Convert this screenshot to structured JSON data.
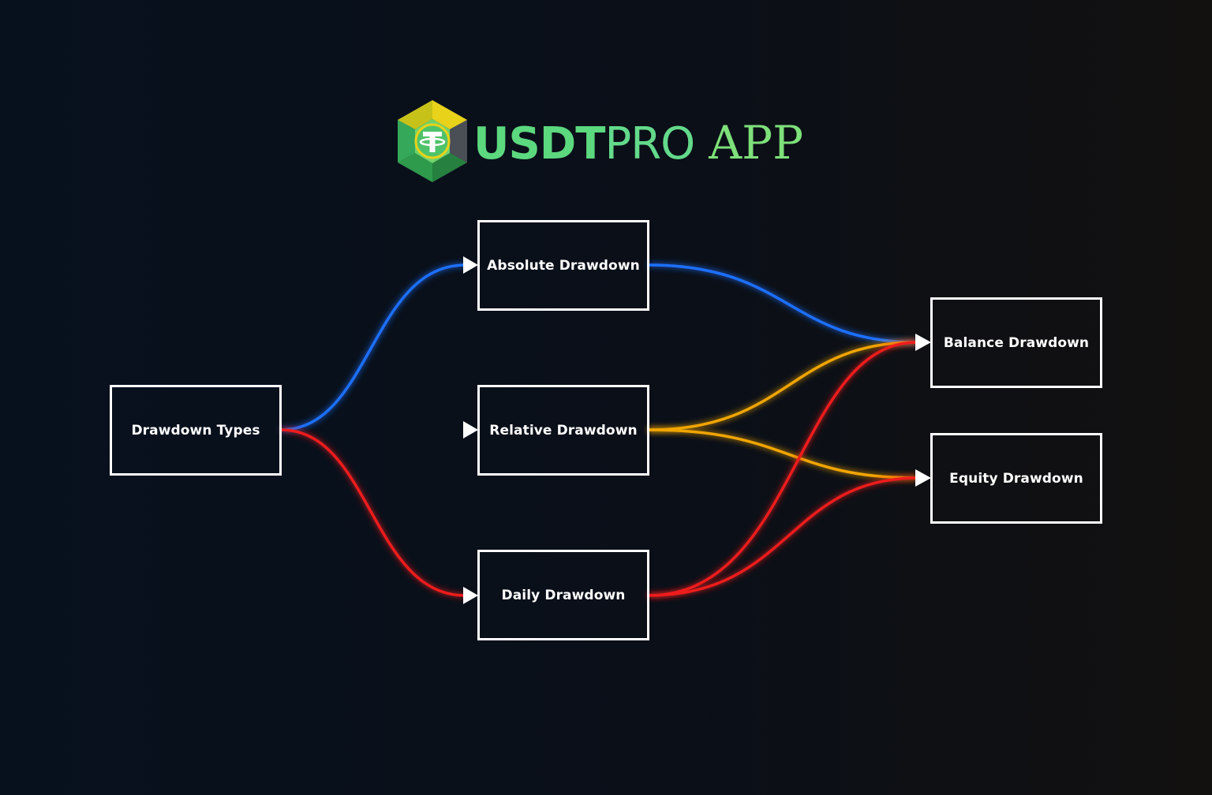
{
  "brand": {
    "logo_part1": "USDT",
    "logo_part2": "PRO",
    "logo_part3": "APP",
    "colors": {
      "green": "#5cd87e",
      "yellow": "#e8d21a",
      "dark_gray": "#3b3f46"
    }
  },
  "diagram": {
    "nodes": {
      "root": "Drawdown Types",
      "absolute": "Absolute Drawdown",
      "relative": "Relative Drawdown",
      "daily": "Daily Drawdown",
      "balance": "Balance Drawdown",
      "equity": "Equity Drawdown"
    },
    "edges": [
      {
        "from": "root",
        "to": "absolute",
        "color": "#1f6fff"
      },
      {
        "from": "root",
        "to": "relative",
        "color": "#f0a500"
      },
      {
        "from": "root",
        "to": "daily",
        "color": "#ee1b1b"
      },
      {
        "from": "absolute",
        "to": "balance",
        "color": "#1f6fff"
      },
      {
        "from": "relative",
        "to": "balance",
        "color": "#f0a500"
      },
      {
        "from": "relative",
        "to": "equity",
        "color": "#f0a500"
      },
      {
        "from": "daily",
        "to": "balance",
        "color": "#ee1b1b"
      },
      {
        "from": "daily",
        "to": "equity",
        "color": "#ee1b1b"
      }
    ],
    "arrowhead_color": "#ffffff"
  }
}
